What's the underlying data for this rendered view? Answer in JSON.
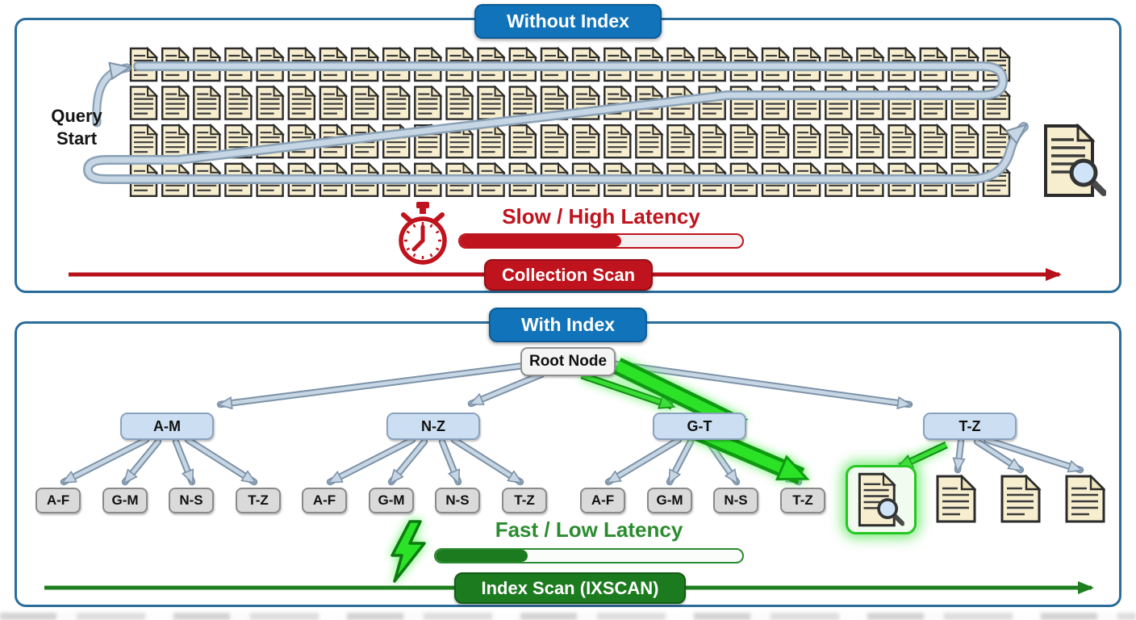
{
  "colors": {
    "panel_border": "#2b6d9a",
    "title_badge_blue": "#1173b9",
    "red_accent": "#bf131d",
    "red_arrow": "#b5121b",
    "green_accent": "#2a8c2e",
    "green_badge": "#1c7a1f",
    "bolt_green": "#2be227",
    "document_fill": "#f7eecf",
    "path_gray_blue": "#c7d6e4",
    "path_edge": "#7d93a8"
  },
  "top_panel": {
    "title": "Without Index",
    "query_start_lines": [
      "Query",
      "Start"
    ],
    "latency_label": "Slow / High Latency",
    "progress_percent": 57,
    "scan_badge": "Collection Scan",
    "grid": {
      "rows": 4,
      "cols": 28
    },
    "icons": [
      "stopwatch-icon",
      "document-icon",
      "magnifier-document-icon",
      "scan-path-arrow"
    ]
  },
  "bottom_panel": {
    "title": "With Index",
    "root_label": "Root Node",
    "level2_labels": [
      "A-M",
      "N-Z",
      "G-T",
      "T-Z"
    ],
    "leaf_labels": [
      "A-F",
      "G-M",
      "N-S",
      "T-Z"
    ],
    "leaf_group_count": 3,
    "plain_document_count": 3,
    "latency_label": "Fast / Low Latency",
    "progress_percent": 30,
    "scan_badge": "Index Scan (IXSCAN)",
    "icons": [
      "lightning-bolt-icon",
      "lightning-arrow",
      "magnifier-document-icon",
      "document-icon"
    ]
  }
}
